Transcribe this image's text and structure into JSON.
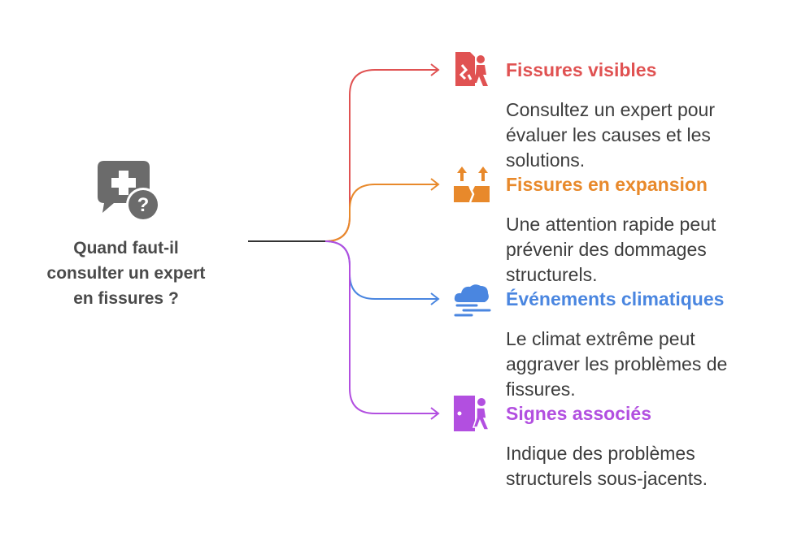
{
  "root": {
    "title_lines": [
      "Quand faut-il",
      "consulter un expert",
      "en fissures ?"
    ],
    "icon": "medical-question-icon",
    "color": "#6b6b6b"
  },
  "branches": [
    {
      "title": "Fissures visibles",
      "description": "Consultez un expert pour évaluer les causes et les solutions.",
      "color": "#e05252",
      "icon": "cracked-wall-icon"
    },
    {
      "title": "Fissures en expansion",
      "description": "Une attention rapide peut prévenir des dommages structurels.",
      "color": "#e8892b",
      "icon": "ground-crack-arrows-icon"
    },
    {
      "title": "Événements climatiques",
      "description": "Le climat extrême peut aggraver les problèmes de fissures.",
      "color": "#4a86e0",
      "icon": "storm-cloud-icon"
    },
    {
      "title": "Signes associés",
      "description": "Indique des problèmes structurels sous-jacents.",
      "color": "#b24fe0",
      "icon": "door-person-icon"
    }
  ]
}
